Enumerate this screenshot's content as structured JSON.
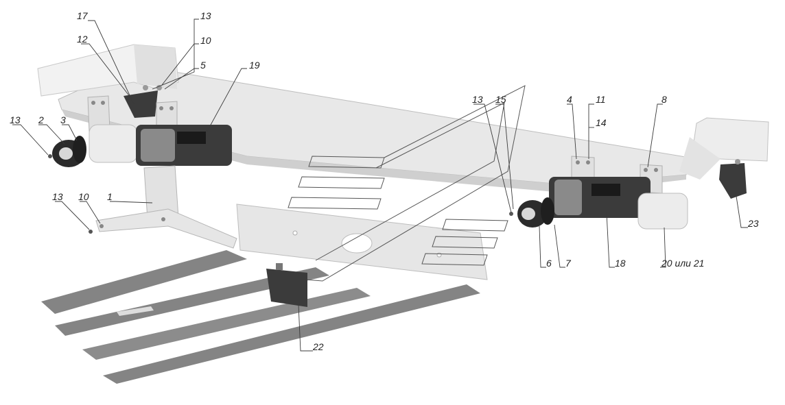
{
  "labels": {
    "l17": "17",
    "l12": "12",
    "l13a": "13",
    "l10a": "10",
    "l5": "5",
    "l19": "19",
    "l13b": "13",
    "l2": "2",
    "l3": "3",
    "l13c": "13",
    "l10b": "10",
    "l1": "1",
    "l13d": "13",
    "l15": "15",
    "l4": "4",
    "l11": "11",
    "l14": "14",
    "l8": "8",
    "l6": "6",
    "l7": "7",
    "l18": "18",
    "l20": "20 или 21",
    "l23": "23",
    "l22": "22"
  },
  "colors": {
    "frame": "#e6e6e6",
    "frame_shade": "#cfcfcf",
    "lamp_dark": "#3b3b3b",
    "lamp_light": "#ececec",
    "ground_shadow": "#6f6f6f",
    "text": "#222222"
  }
}
